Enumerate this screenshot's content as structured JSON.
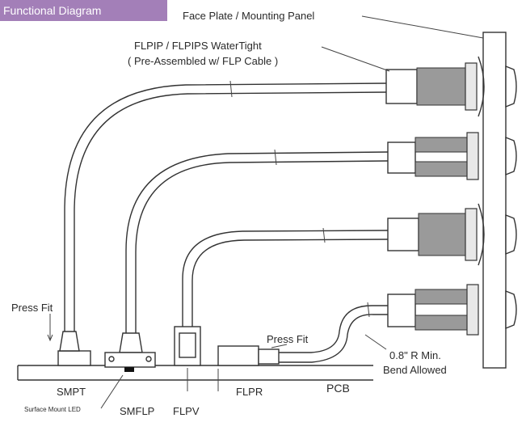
{
  "tag": "Functional Diagram",
  "labels": {
    "face_plate": "Face Plate / Mounting Panel",
    "flpip_line1": "FLPIP / FLPIPS WaterTight",
    "flpip_line2": "( Pre-Assembled w/ FLP Cable )",
    "press_fit_left": "Press Fit",
    "press_fit_mid": "Press Fit",
    "bend_line1": "0.8\" R Min.",
    "bend_line2": "Bend Allowed",
    "smpt": "SMPT",
    "smflp": "SMFLP",
    "flpv": "FLPV",
    "flpr": "FLPR",
    "pcb": "PCB",
    "surface_mount_led": "Surface Mount LED"
  }
}
